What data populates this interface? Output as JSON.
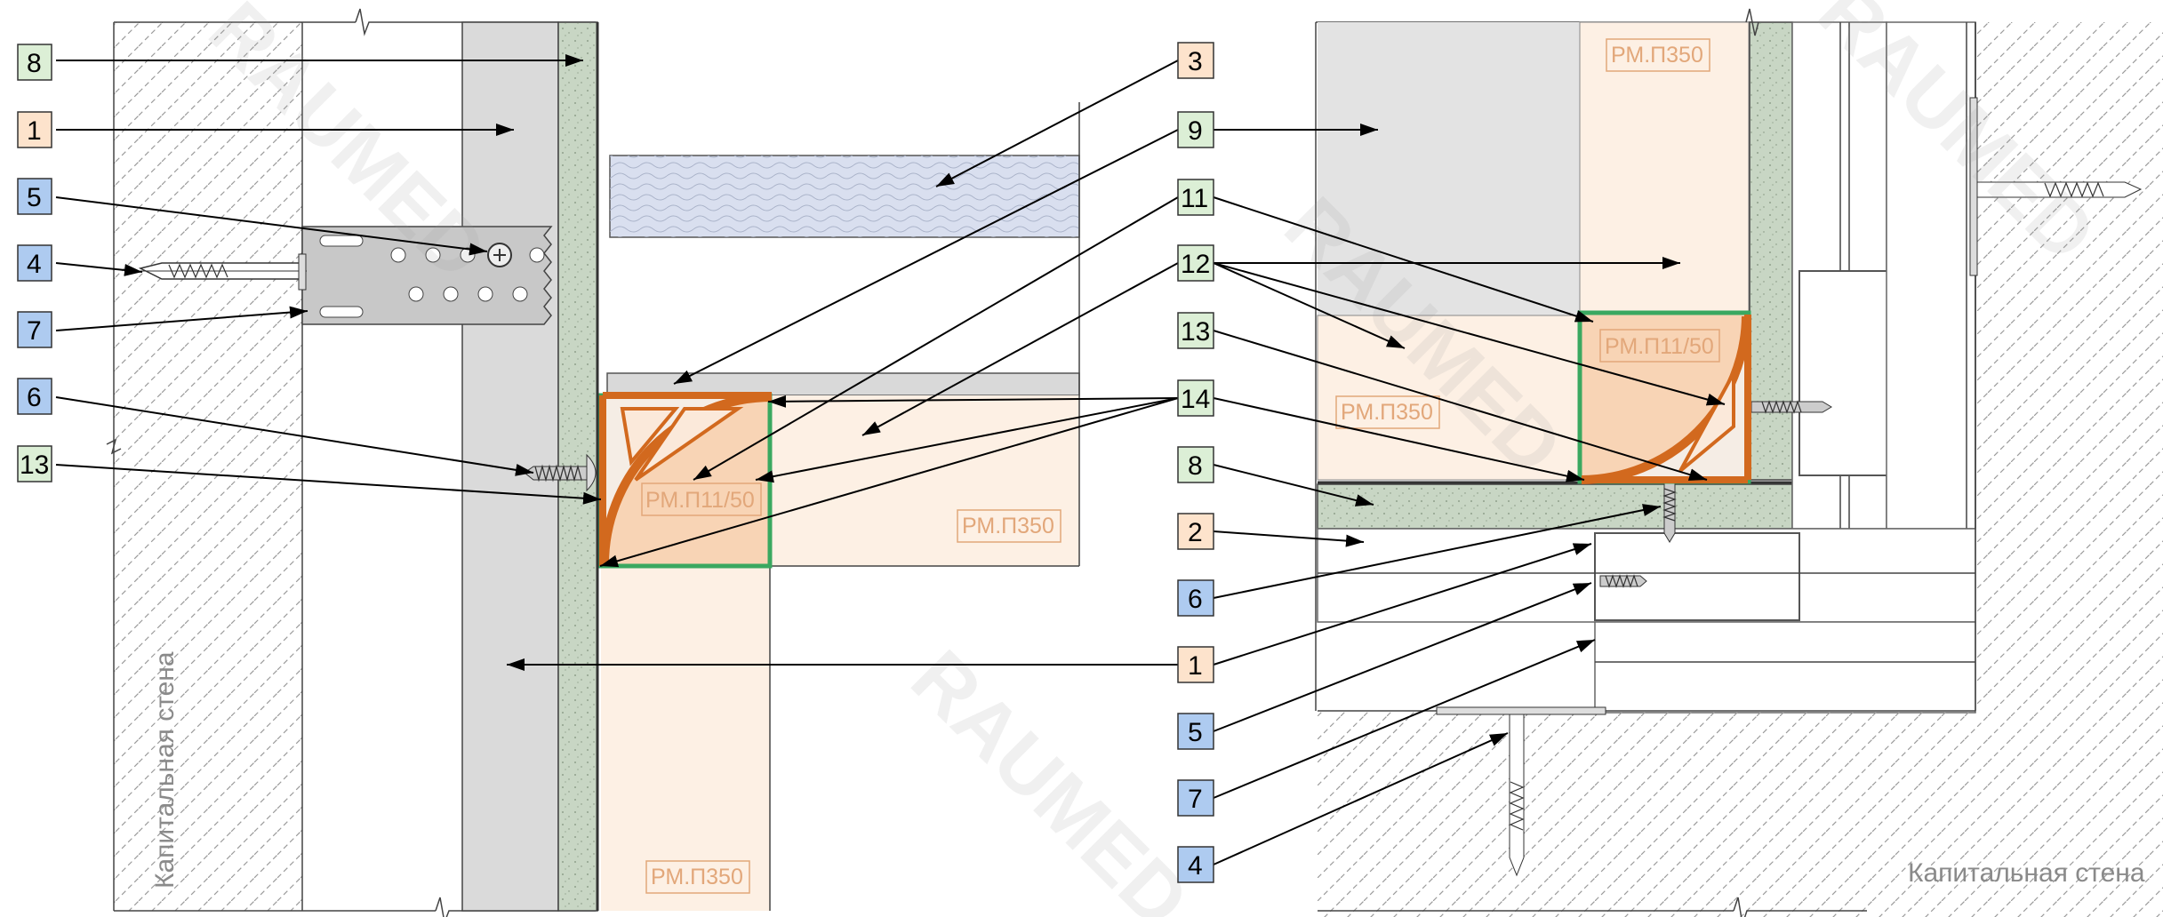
{
  "wall_label": "Капитальная стена",
  "watermark": "RAUMED",
  "panel_label": "РМ.П350",
  "profile_label": "РМ.П11/50",
  "colors": {
    "orange_callout": "#fde3cc",
    "green_callout": "#dcefd6",
    "blue_callout": "#aecbf0",
    "panel_fill": "#fdf0e4",
    "profile_fill": "#f8d4b5",
    "profile_frame": "#3aa860",
    "profile_arc": "#d2691e",
    "board_green": "#c8d6c4",
    "gray_gap": "#dadada"
  },
  "left_callouts": [
    "8",
    "1",
    "5",
    "4",
    "7",
    "6",
    "13"
  ],
  "mid_callouts": [
    "3",
    "9",
    "11",
    "12",
    "13",
    "14",
    "8",
    "2",
    "6",
    "1",
    "5",
    "7",
    "4"
  ],
  "callout_kinds": {
    "1": "orange",
    "2": "orange",
    "3": "orange",
    "4": "blue",
    "5": "blue",
    "6": "blue",
    "7": "blue",
    "8": "green",
    "9": "green",
    "11": "green",
    "12": "green",
    "13": "green",
    "14": "green"
  }
}
